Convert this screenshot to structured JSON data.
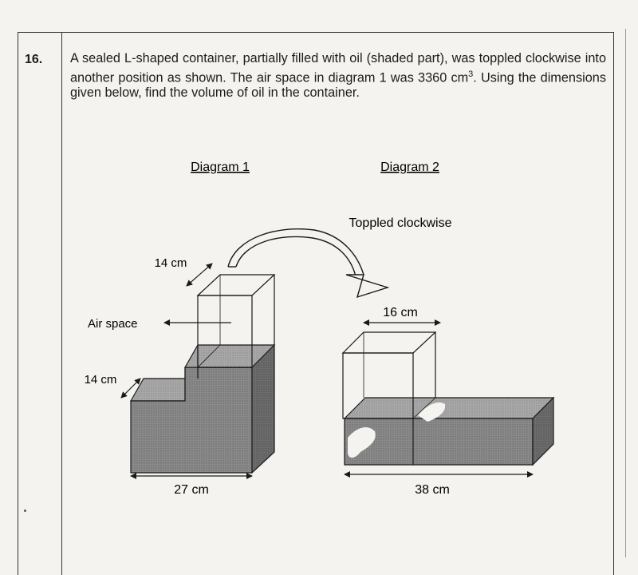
{
  "question": {
    "number": "16.",
    "text_before_unit": "A sealed L-shaped container, partially filled with oil (shaded part), was toppled clockwise into another position as shown. The air space in diagram 1 was 3360 cm",
    "unit_power": "3",
    "text_after_unit": ". Using the dimensions given below, find the volume of oil in the container."
  },
  "diagram1": {
    "title": "Diagram 1",
    "depth_label_top": "14 cm",
    "air_space_label": "Air space",
    "depth_label_side": "14 cm",
    "width_label": "27 cm"
  },
  "diagram2": {
    "title": "Diagram 2",
    "top_width_label": "16 cm",
    "width_label": "38 cm"
  },
  "annotation": {
    "toppled_label": "Toppled clockwise"
  },
  "colors": {
    "oil_fill": "#7d7d7d",
    "oil_side": "#5f5f5f",
    "oil_top": "#9c9c9c",
    "line": "#1a1a1a",
    "paper": "#f4f3ef"
  }
}
